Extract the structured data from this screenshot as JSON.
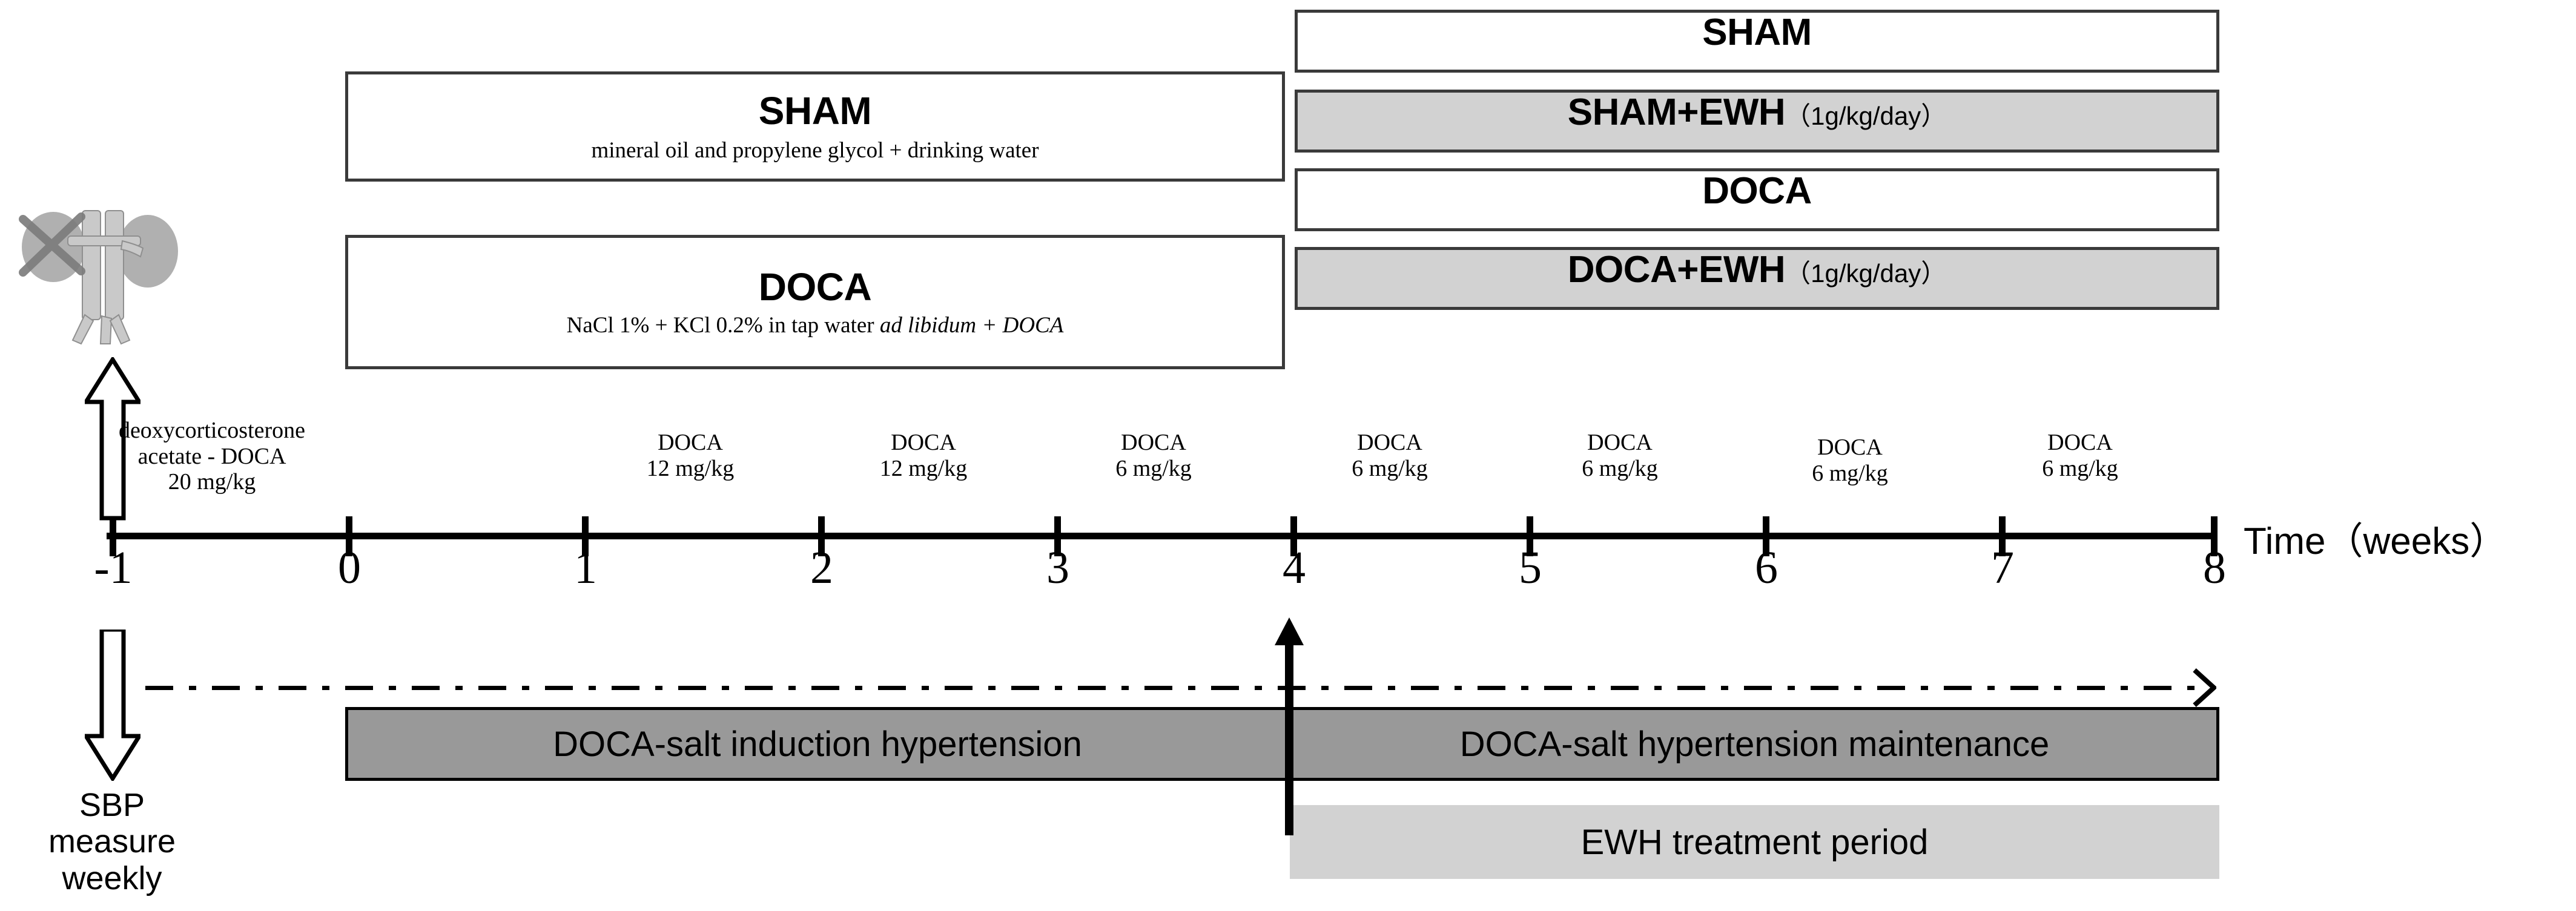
{
  "groups": {
    "left": [
      {
        "name": "sham",
        "title": "SHAM",
        "subtitle": "mineral oil and propylene glycol + drinking water"
      },
      {
        "name": "doca",
        "title": "DOCA",
        "subtitle_pre": "NaCl 1% + KCl 0.2% in tap water ",
        "subtitle_italic": "ad libidum + DOCA"
      }
    ],
    "right": [
      {
        "name": "sham",
        "title": "SHAM",
        "dose": ""
      },
      {
        "name": "sham-ewh",
        "title": "SHAM+EWH",
        "dose": "（1g/kg/day）"
      },
      {
        "name": "doca",
        "title": "DOCA",
        "dose": ""
      },
      {
        "name": "doca-ewh",
        "title": "DOCA+EWH",
        "dose": "（1g/kg/day）"
      }
    ]
  },
  "axis": {
    "label": "Time（weeks）",
    "ticks": [
      {
        "week": "-1"
      },
      {
        "week": "0"
      },
      {
        "week": "1"
      },
      {
        "week": "2"
      },
      {
        "week": "3"
      },
      {
        "week": "4"
      },
      {
        "week": "5"
      },
      {
        "week": "6"
      },
      {
        "week": "7"
      },
      {
        "week": "8"
      }
    ],
    "dose_notes": [
      {
        "line1": "deoxycorticosterone",
        "line2": "acetate - DOCA",
        "line3": "20 mg/kg"
      },
      {
        "line1": "DOCA",
        "line2": "12 mg/kg",
        "line3": ""
      },
      {
        "line1": "DOCA",
        "line2": "12 mg/kg",
        "line3": ""
      },
      {
        "line1": "DOCA",
        "line2": "6 mg/kg",
        "line3": ""
      },
      {
        "line1": "DOCA",
        "line2": "6 mg/kg",
        "line3": ""
      },
      {
        "line1": "DOCA",
        "line2": "6 mg/kg",
        "line3": ""
      },
      {
        "line1": "DOCA",
        "line2": "6 mg/kg",
        "line3": ""
      },
      {
        "line1": "DOCA",
        "line2": "6 mg/kg",
        "line3": ""
      }
    ]
  },
  "phases": {
    "induction": "DOCA-salt induction hypertension",
    "maintenance": "DOCA-salt hypertension maintenance",
    "ewh": "EWH treatment period"
  },
  "sbp": {
    "caption_line1": "SBP",
    "caption_line2": "measure",
    "caption_line3": "weekly"
  },
  "colors": {
    "bar_dark_gray": "#999999",
    "bar_light_gray": "#d2d2d2",
    "box_border": "#3a3a3a",
    "text": "#000000"
  }
}
